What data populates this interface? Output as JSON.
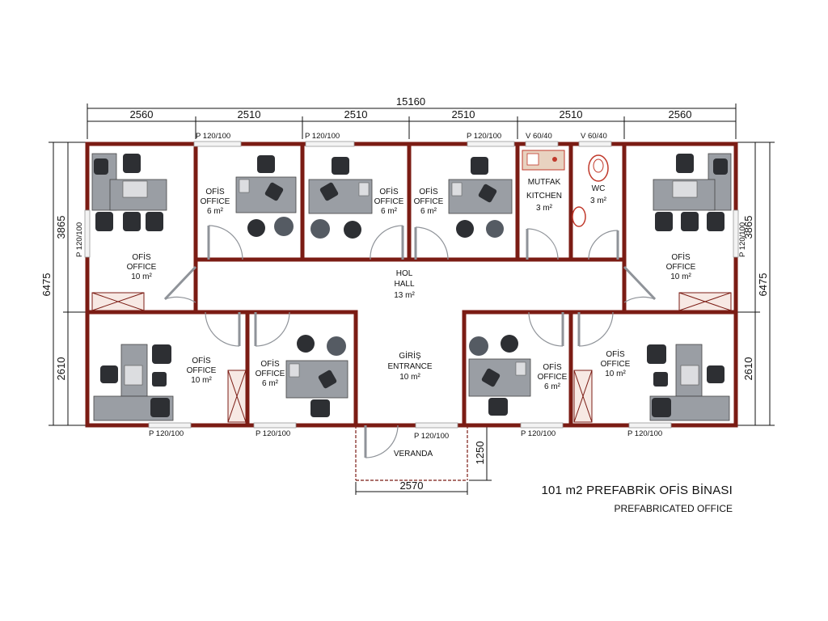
{
  "title": "101 m2 PREFABRİK OFİS BİNASI",
  "subtitle": "PREFABRICATED OFFICE",
  "dimensions": {
    "total_width": "15160",
    "segments": [
      "2560",
      "2510",
      "2510",
      "2510",
      "2510",
      "2560"
    ],
    "total_depth_left": "6475",
    "total_depth_right": "6475",
    "upper_left": "3865",
    "upper_right": "3865",
    "lower_left": "2610",
    "lower_right": "2610",
    "veranda_width": "2570",
    "veranda_depth": "1250"
  },
  "windows": {
    "top_1": "P 120/100",
    "top_2": "P 120/100",
    "top_3": "P 120/100",
    "top_kitchen": "V 60/40",
    "top_wc": "V 60/40",
    "left": "P 120/100",
    "right": "P 120/100",
    "bottom_1": "P 120/100",
    "bottom_2": "P 120/100",
    "bottom_veranda": "P 120/100",
    "bottom_3": "P 120/100",
    "bottom_4": "P 120/100"
  },
  "rooms": {
    "r1": {
      "tr": "OFİS",
      "en": "OFFICE",
      "area": "10 m²"
    },
    "r2": {
      "tr": "OFİS",
      "en": "OFFICE",
      "area": "6 m²"
    },
    "r3": {
      "tr": "OFİS",
      "en": "OFFICE",
      "area": "6 m²"
    },
    "r4": {
      "tr": "OFİS",
      "en": "OFFICE",
      "area": "6 m²"
    },
    "kitchen": {
      "tr": "MUTFAK",
      "en": "KITCHEN",
      "area": "3 m²"
    },
    "wc": {
      "tr": "WC",
      "area": "3 m²"
    },
    "r5": {
      "tr": "OFİS",
      "en": "OFFICE",
      "area": "10 m²"
    },
    "hall": {
      "tr": "HOL",
      "en": "HALL",
      "area": "13 m²"
    },
    "r6": {
      "tr": "OFİS",
      "en": "OFFICE",
      "area": "10 m²"
    },
    "r7": {
      "tr": "OFİS",
      "en": "OFFICE",
      "area": "6 m²"
    },
    "entrance": {
      "tr": "GİRİŞ",
      "en": "ENTRANCE",
      "area": "10 m²"
    },
    "r8": {
      "tr": "OFİS",
      "en": "OFFICE",
      "area": "6 m²"
    },
    "r9": {
      "tr": "OFİS",
      "en": "OFFICE",
      "area": "10 m²"
    },
    "veranda": {
      "tr": "VERANDA"
    }
  },
  "colors": {
    "wall": "#7b1c14",
    "furniture": "#8f9399",
    "chair": "#2d2f33",
    "fixture": "#c0392b",
    "dim_line": "#111111"
  }
}
